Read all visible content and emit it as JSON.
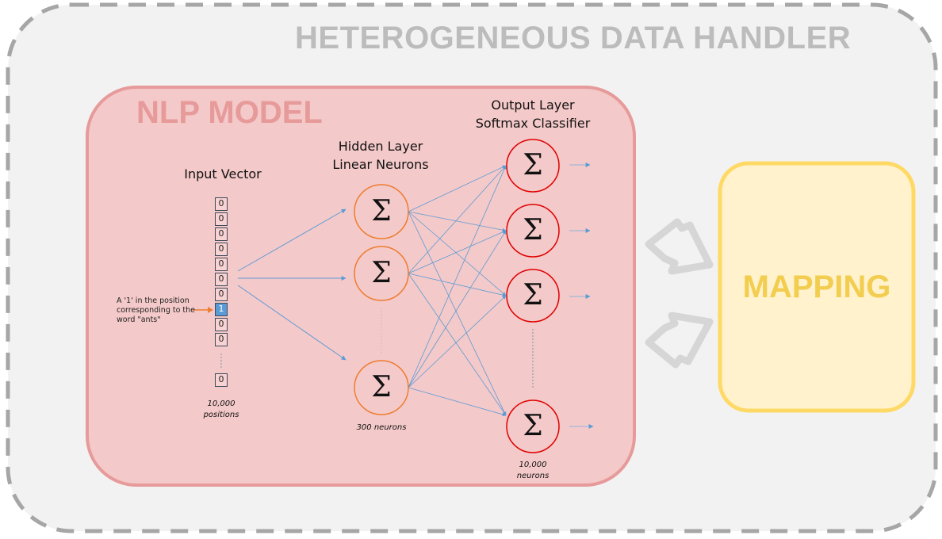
{
  "outer": {
    "title": "HETEROGENEOUS DATA HANDLER"
  },
  "nlp": {
    "title": "NLP MODEL"
  },
  "mapping": {
    "title": "MAPPING"
  },
  "input": {
    "label": "Input Vector",
    "cells": [
      "0",
      "0",
      "0",
      "0",
      "0",
      "0",
      "0",
      "1",
      "0",
      "0"
    ],
    "last_cell": "0",
    "hot_index": 7,
    "note": [
      "A '1' in the position",
      "corresponding to the",
      "word \"ants\""
    ],
    "size_label": [
      "10,000",
      "positions"
    ]
  },
  "hidden": {
    "label": [
      "Hidden Layer",
      "Linear Neurons"
    ],
    "count_label": "300 neurons",
    "symbol": "Σ"
  },
  "output": {
    "label": [
      "Output Layer",
      "Softmax Classifier"
    ],
    "count_label": [
      "10,000",
      "neurons"
    ],
    "symbol": "Σ"
  },
  "colors": {
    "outer_bg": "#f2f2f2",
    "outer_border": "#a6a6a6",
    "nlp_bg": "#f4c9c9",
    "nlp_border": "#e79a9a",
    "mapping_bg": "#fff2cc",
    "mapping_border": "#ffd966",
    "hidden_node": "#ed7d31",
    "output_node": "#e00000",
    "edge": "#5b9bd5",
    "arrow_big": "#d9d9d9"
  }
}
